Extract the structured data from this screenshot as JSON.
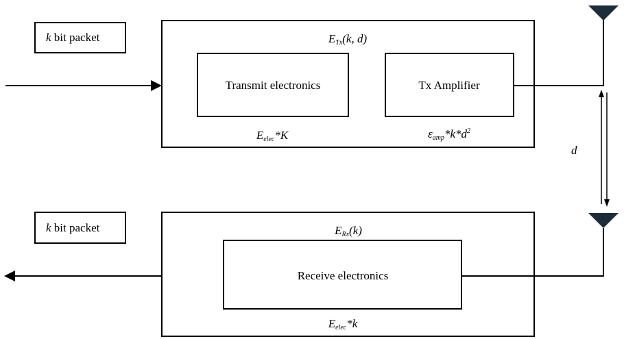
{
  "transmitter": {
    "packet_k": "k",
    "packet_text": " bit packet",
    "energy_main": "E",
    "energy_sub": "Tx",
    "energy_args": "(k, d)",
    "electronics": "Transmit electronics",
    "amplifier": "Tx Amplifier",
    "elec_E": "E",
    "elec_sub": "elec",
    "elec_tail": "*K",
    "amp_eps": "ε",
    "amp_sub": "amp",
    "amp_tail": "*k*d",
    "amp_sup": "2"
  },
  "distance": {
    "label": "d"
  },
  "receiver": {
    "packet_k": "k",
    "packet_text": " bit packet",
    "energy_main": "E",
    "energy_sub": "Rx",
    "energy_args": "(k)",
    "electronics": "Receive electronics",
    "elec_E": "E",
    "elec_sub": "elec",
    "elec_tail": "*k"
  },
  "colors": {
    "stroke": "#000000",
    "background": "#ffffff",
    "antenna": "#1f2d3a"
  }
}
